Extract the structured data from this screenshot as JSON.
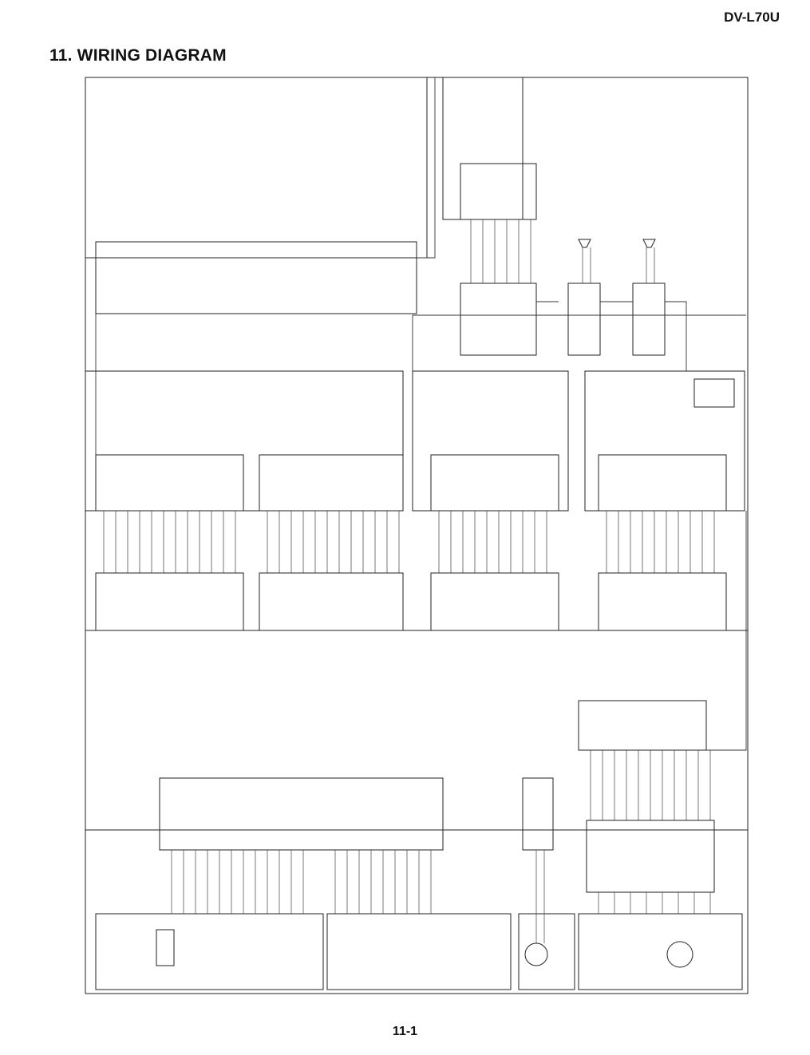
{
  "header": {
    "model": "DV-L70U",
    "section_title": "11. WIRING DIAGRAM"
  },
  "footer": {
    "page_number": "11-1"
  }
}
